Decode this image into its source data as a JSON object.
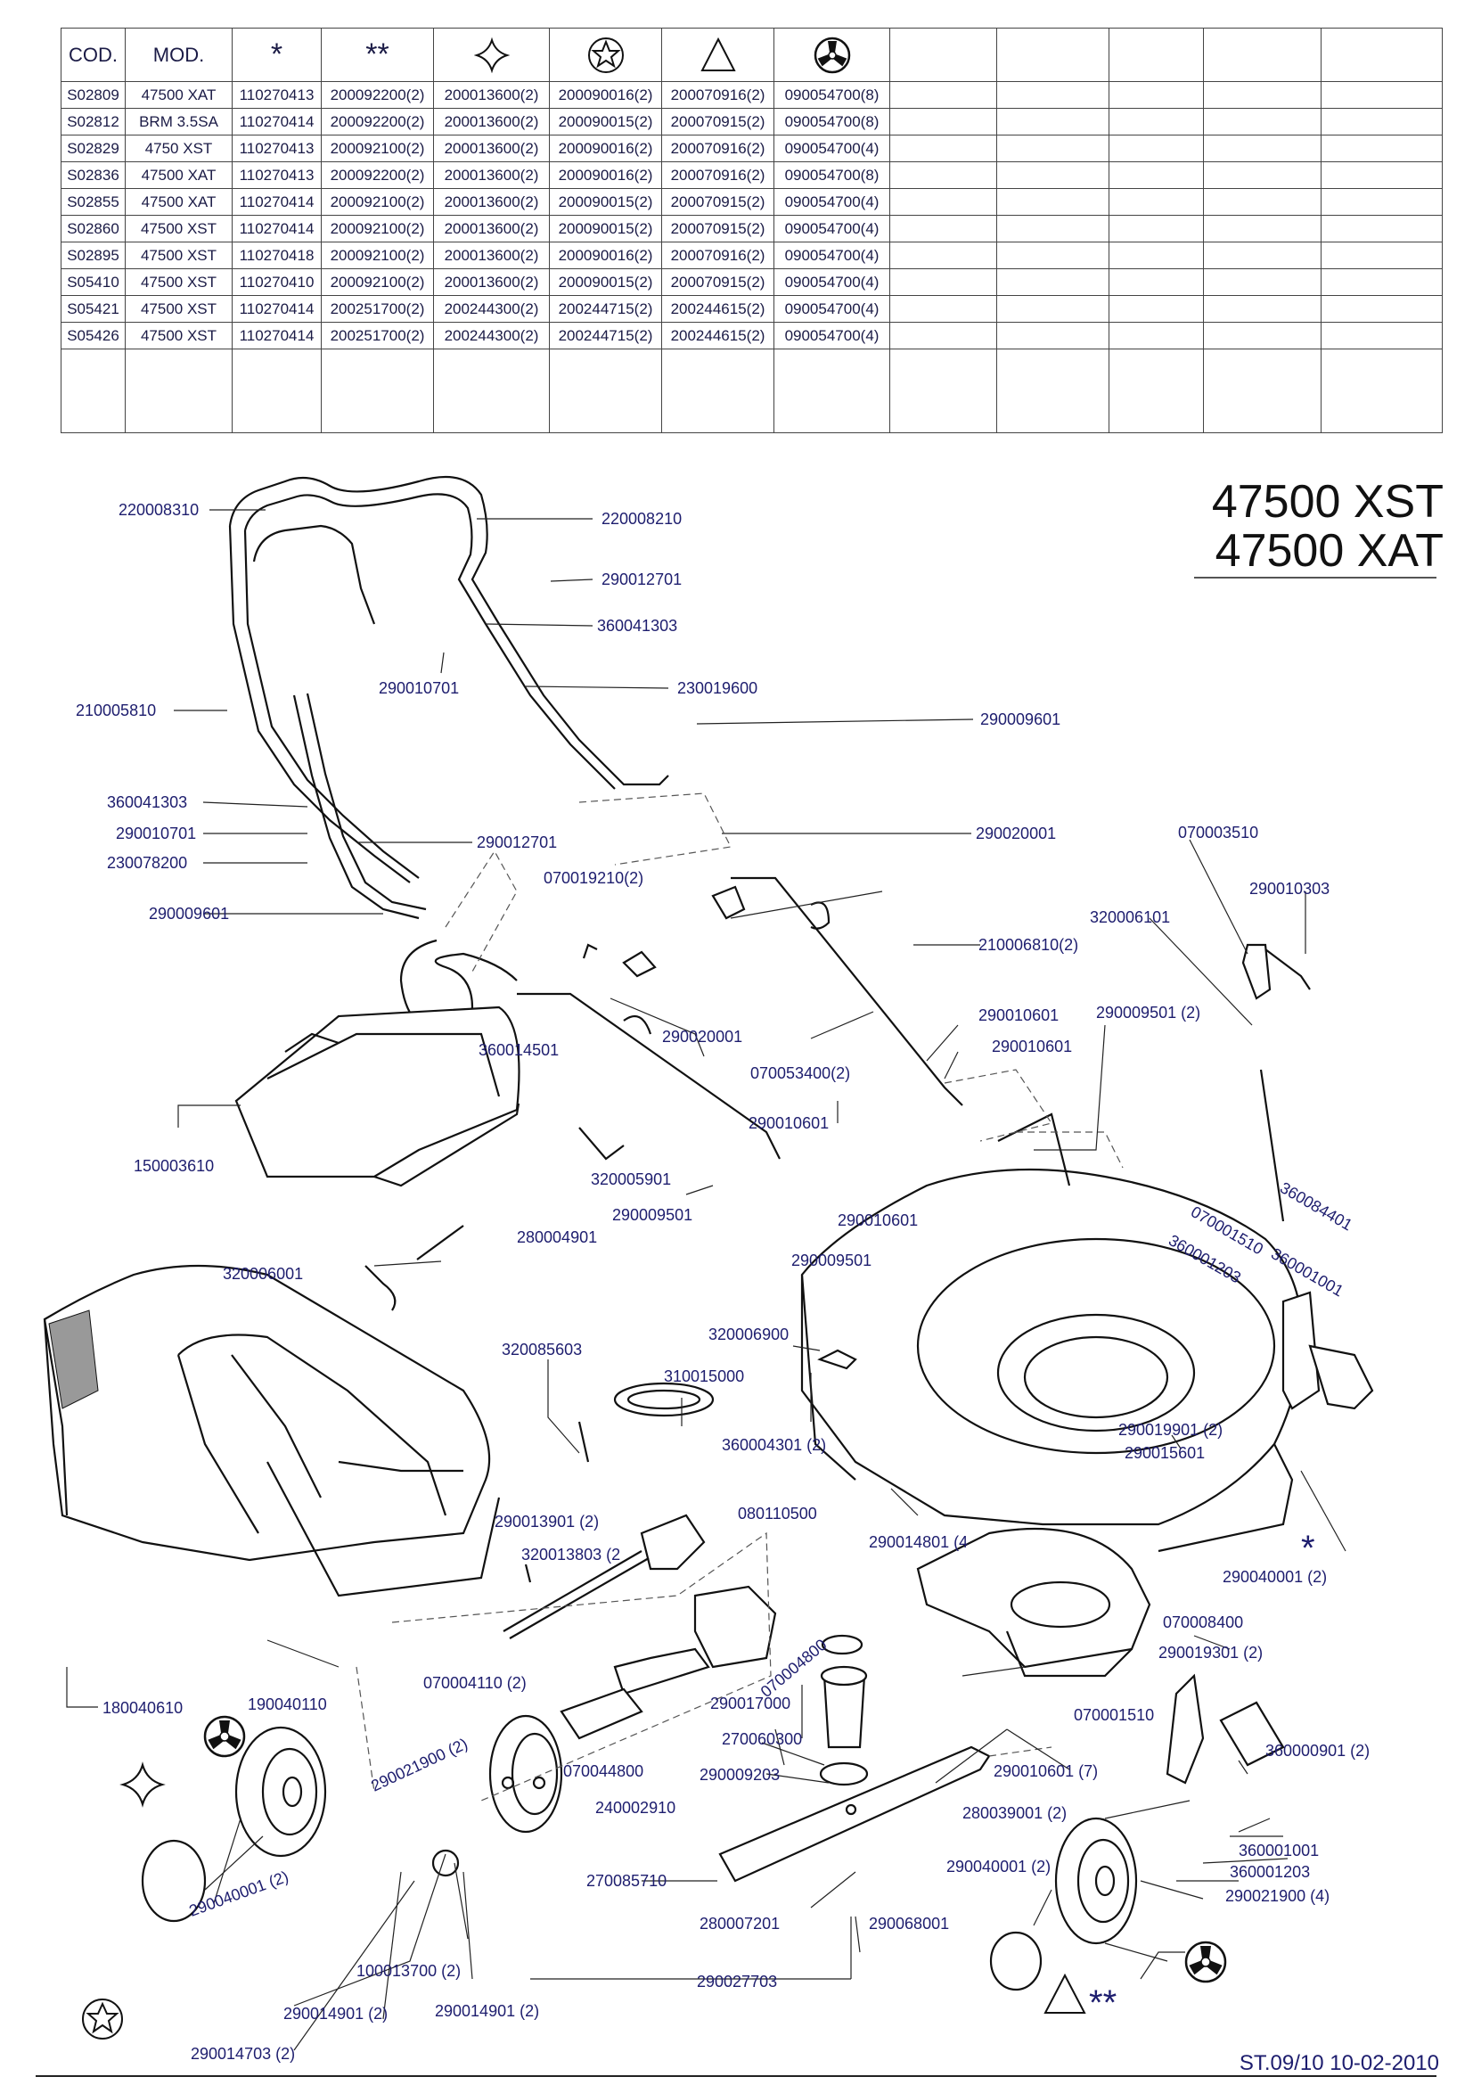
{
  "table": {
    "headers": {
      "cod": "COD.",
      "mod": "MOD.",
      "col3": "*",
      "col4": "**",
      "col5_icon": "four-point-star-icon",
      "col6_icon": "star-circle-icon",
      "col7_icon": "triangle-icon",
      "col8_icon": "three-blade-circle-icon"
    },
    "rows": [
      [
        "S02809",
        "47500 XAT",
        "110270413",
        "200092200(2)",
        "200013600(2)",
        "200090016(2)",
        "200070916(2)",
        "090054700(8)"
      ],
      [
        "S02812",
        "BRM 3.5SA",
        "110270414",
        "200092200(2)",
        "200013600(2)",
        "200090015(2)",
        "200070915(2)",
        "090054700(8)"
      ],
      [
        "S02829",
        "4750 XST",
        "110270413",
        "200092100(2)",
        "200013600(2)",
        "200090016(2)",
        "200070916(2)",
        "090054700(4)"
      ],
      [
        "S02836",
        "47500 XAT",
        "110270413",
        "200092200(2)",
        "200013600(2)",
        "200090016(2)",
        "200070916(2)",
        "090054700(8)"
      ],
      [
        "S02855",
        "47500 XAT",
        "110270414",
        "200092100(2)",
        "200013600(2)",
        "200090015(2)",
        "200070915(2)",
        "090054700(4)"
      ],
      [
        "S02860",
        "47500 XST",
        "110270414",
        "200092100(2)",
        "200013600(2)",
        "200090015(2)",
        "200070915(2)",
        "090054700(4)"
      ],
      [
        "S02895",
        "47500 XST",
        "110270418",
        "200092100(2)",
        "200013600(2)",
        "200090016(2)",
        "200070916(2)",
        "090054700(4)"
      ],
      [
        "S05410",
        "47500 XST",
        "110270410",
        "200092100(2)",
        "200013600(2)",
        "200090015(2)",
        "200070915(2)",
        "090054700(4)"
      ],
      [
        "S05421",
        "47500 XST",
        "110270414",
        "200251700(2)",
        "200244300(2)",
        "200244715(2)",
        "200244615(2)",
        "090054700(4)"
      ],
      [
        "S05426",
        "47500 XST",
        "110270414",
        "200251700(2)",
        "200244300(2)",
        "200244715(2)",
        "200244615(2)",
        "090054700(4)"
      ]
    ]
  },
  "title": {
    "line1": "47500 XST",
    "line2": "47500 XAT"
  },
  "footer": "ST.09/10  10-02-2010",
  "marker_single": "*",
  "marker_double": "**",
  "labels": {
    "l220008310": "220008310",
    "l220008210": "220008210",
    "l290012701a": "290012701",
    "l360041303a": "360041303",
    "l290010701a": "290010701",
    "l230019600": "230019600",
    "l210005810": "210005810",
    "l290009601a": "290009601",
    "l360041303b": "360041303",
    "l290010701b": "290010701",
    "l230078200": "230078200",
    "l290012701b": "290012701",
    "l290009601b": "290009601",
    "l290020001a": "290020001",
    "l070019210": "070019210(2)",
    "l070003510": "070003510",
    "l290010303": "290010303",
    "l320006101": "320006101",
    "l210006810": "210006810(2)",
    "l290020001b": "290020001",
    "l360014501": "360014501",
    "l070053400": "070053400(2)",
    "l290010601a": "290010601",
    "l290010601b": "290010601",
    "l290009501a": "290009501 (2)",
    "l150003610": "150003610",
    "l290010601c": "290010601",
    "l320005901": "320005901",
    "l290009501b": "290009501",
    "l290010601d": "290010601",
    "l280004901": "280004901",
    "l290009501c": "290009501",
    "l360084401": "360084401",
    "l070001510a": "070001510",
    "l360001001a": "360001001",
    "l360001203a": "360001203",
    "l320006001": "320006001",
    "l320085603": "320085603",
    "l320006900": "320006900",
    "l310015000": "310015000",
    "l360004301": "360004301 (2)",
    "l290019901": "290019901 (2)",
    "l290015601": "290015601",
    "l080110500": "080110500",
    "l290013901": "290013901 (2)",
    "l320013803": "320013803 (2",
    "l290014801": "290014801 (4",
    "l290040001a": "290040001 (2)",
    "l070008400": "070008400",
    "l290019301": "290019301 (2)",
    "l180040610": "180040610",
    "l190040110": "190040110",
    "l070004110": "070004110 (2)",
    "l070004800": "070004800",
    "l290017000": "290017000",
    "l070001510b": "070001510",
    "l360000901": "360000901 (2)",
    "l290021900a": "290021900 (2)",
    "l070044800": "070044800",
    "l270060300": "270060300",
    "l290010601e": "290010601 (7)",
    "l290009203": "290009203",
    "l240002910": "240002910",
    "l280039001": "280039001 (2)",
    "l360001001b": "360001001",
    "l360001203b": "360001203",
    "l290040001b": "290040001 (2)",
    "l270085710": "270085710",
    "l290040001c": "290040001 (2)",
    "l290021900b": "290021900 (4)",
    "l280007201": "280007201",
    "l290068001": "290068001",
    "l100013700": "100013700 (2)",
    "l290027703": "290027703",
    "l290014901a": "290014901 (2)",
    "l290014901b": "290014901 (2)",
    "l290014703": "290014703 (2)"
  }
}
